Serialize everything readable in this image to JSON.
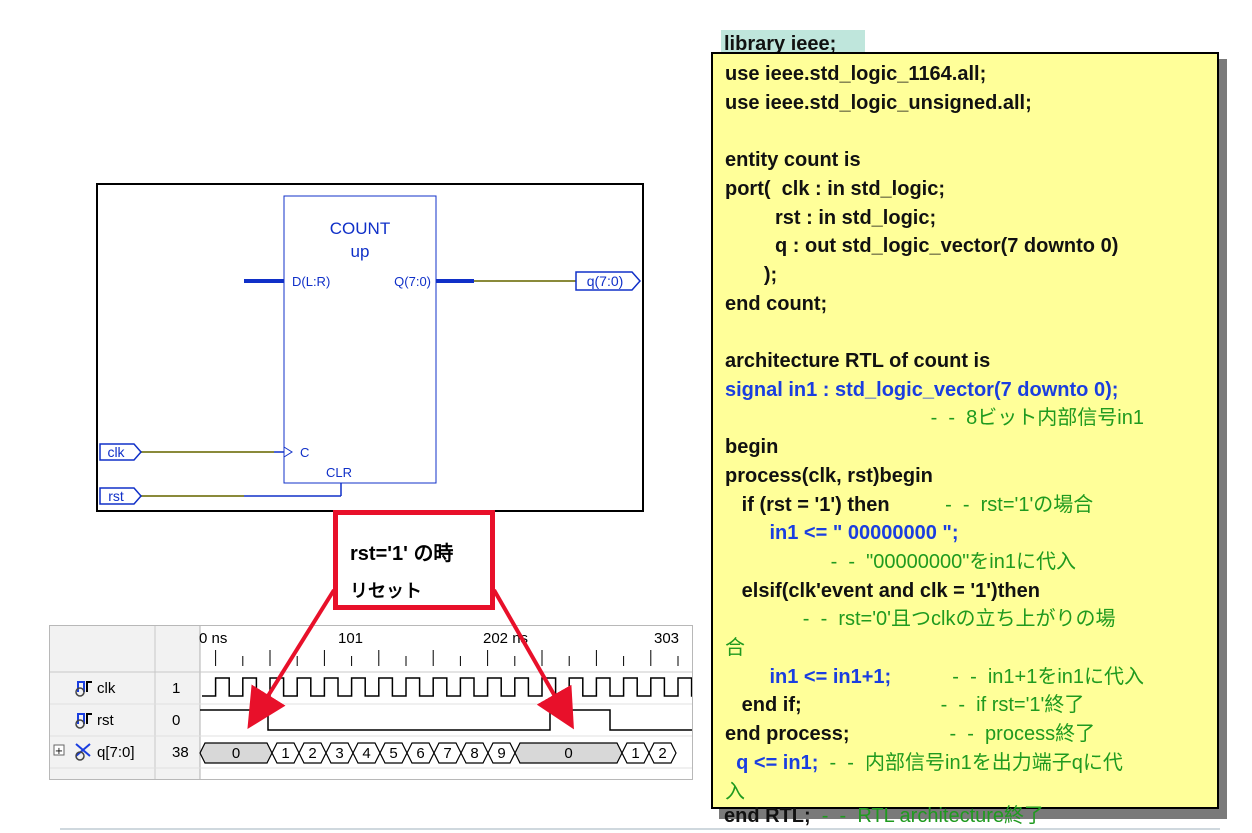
{
  "schematic": {
    "block_title": "COUNT",
    "block_subtitle": "up",
    "pin_d": "D(L:R)",
    "pin_q": "Q(7:0)",
    "pin_c": "C",
    "pin_clr": "CLR",
    "port_q": "q(7:0)",
    "port_clk": "clk",
    "port_rst": "rst"
  },
  "callout": {
    "line1": "rst='1' の時",
    "line2": "リセット"
  },
  "waveform": {
    "time_labels": [
      "0 ns",
      "101",
      "202 ns",
      "303"
    ],
    "signals": [
      {
        "name": "clk",
        "value": "1"
      },
      {
        "name": "rst",
        "value": "0"
      },
      {
        "name": "q[7:0]",
        "value": "38"
      }
    ],
    "q_values": [
      "0",
      "1",
      "2",
      "3",
      "4",
      "5",
      "6",
      "7",
      "8",
      "9",
      "0",
      "1",
      "2"
    ],
    "expand_symbol": "⊞"
  },
  "code": {
    "line_top": "library ieee;",
    "lines": [
      {
        "text": "use ieee.std_logic_1164.all;",
        "comment": ""
      },
      {
        "text": "use ieee.std_logic_unsigned.all;",
        "comment": ""
      },
      {
        "text": "",
        "comment": ""
      },
      {
        "text": "entity count is",
        "comment": ""
      },
      {
        "text": "port(  clk : in std_logic;",
        "comment": ""
      },
      {
        "text": "         rst : in std_logic;",
        "comment": ""
      },
      {
        "text": "         q : out std_logic_vector(7 downto 0)",
        "comment": ""
      },
      {
        "text": "       );",
        "comment": ""
      },
      {
        "text": "end count;",
        "comment": ""
      },
      {
        "text": "",
        "comment": ""
      },
      {
        "text": "architecture RTL of count is",
        "comment": ""
      },
      {
        "text": "signal in1 : std_logic_vector(7 downto 0);",
        "comment": "",
        "blue": true
      },
      {
        "text": "",
        "comment": "                                     -  -  8ビット内部信号in1"
      },
      {
        "text": "begin",
        "comment": ""
      },
      {
        "text": "process(clk, rst)begin",
        "comment": ""
      },
      {
        "text": "   if (rst = '1') then",
        "comment": "          -  -  rst='1'の場合"
      },
      {
        "text": "        in1 <= \" 00000000 \";",
        "comment": "",
        "blue": true
      },
      {
        "text": "",
        "comment": "                   -  -  \"00000000\"をin1に代入"
      },
      {
        "text": "   elsif(clk'event and clk = '1')then",
        "comment": ""
      },
      {
        "text": "",
        "comment": "              -  -  rst='0'且つclkの立ち上がりの場"
      },
      {
        "text": "",
        "comment": "合"
      },
      {
        "text": "        in1 <= in1+1;",
        "comment": "           -  -  in1+1をin1に代入",
        "blue": true
      },
      {
        "text": "   end if;",
        "comment": "                         -  -  if rst='1'終了"
      },
      {
        "text": "end process;",
        "comment": "                  -  -  process終了"
      },
      {
        "text": "  q <= in1;",
        "comment": "  -  -  内部信号in1を出力端子qに代",
        "blue": true
      },
      {
        "text": "",
        "comment": "入"
      }
    ],
    "line_bottom": "end RTL;",
    "line_bottom_comment": "  -  -  RTL architecture終了"
  },
  "colors": {
    "code_bg": "#ffff99",
    "callout_border": "#e8102a",
    "schematic_blue": "#1030c8",
    "wire_olive": "#8a8a3a",
    "comment_green": "#1f9a1f",
    "keyword_blue": "#1a3ee0"
  }
}
